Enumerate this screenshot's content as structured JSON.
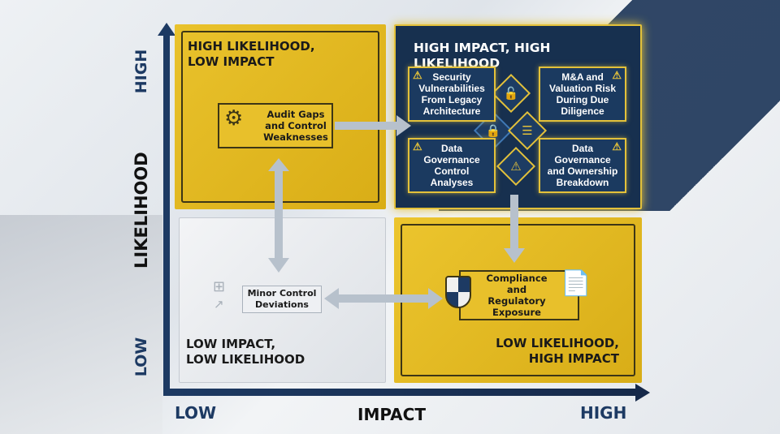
{
  "axes": {
    "y_title": "LIKELIHOOD",
    "y_high": "HIGH",
    "y_low": "LOW",
    "x_title": "IMPACT",
    "x_low": "LOW",
    "x_high": "HIGH"
  },
  "quadrants": {
    "top_left": {
      "title_line1": "HIGH LIKELIHOOD,",
      "title_line2": "LOW IMPACT",
      "item": "Audit Gaps and Control Weaknesses"
    },
    "top_right": {
      "title": "HIGH IMPACT, HIGH LIKELIHOOD",
      "items": [
        "Security Vulnerabilities From Legacy Architecture",
        "M&A and Valuation Risk During Due Diligence",
        "Data Governance Control Analyses",
        "Data Governance and Ownership Breakdown"
      ]
    },
    "bottom_left": {
      "title_line1": "LOW IMPACT,",
      "title_line2": "LOW LIKELIHOOD",
      "item": "Minor Control Deviations"
    },
    "bottom_right": {
      "title_line1": "LOW LIKELIHOOD,",
      "title_line2": "HIGH IMPACT",
      "item": "Compliance and Regulatory Exposure"
    }
  },
  "colors": {
    "navy": "#1d3a63",
    "yellow": "#e3c13a"
  }
}
